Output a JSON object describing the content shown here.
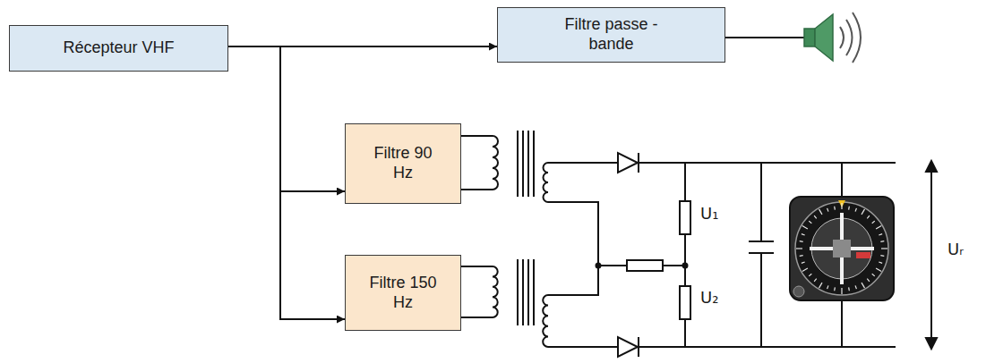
{
  "diagram": {
    "nodes": [
      {
        "text": [
          "Récepteur VHF"
        ]
      },
      {
        "text": [
          "Filtre passe - bande"
        ]
      },
      {
        "text": [
          "Filtre 90 Hz"
        ]
      },
      {
        "text": [
          "Filtre 150 Hz"
        ]
      }
    ],
    "edges": [
      {
        "from": 0,
        "to": 1,
        "arrow": "to"
      },
      {
        "from": 0,
        "to": 2,
        "arrow": "to"
      },
      {
        "from": 0,
        "to": 3,
        "arrow": "to"
      }
    ],
    "labels": [
      "U₁",
      "U₂",
      "Uᵣ"
    ]
  }
}
